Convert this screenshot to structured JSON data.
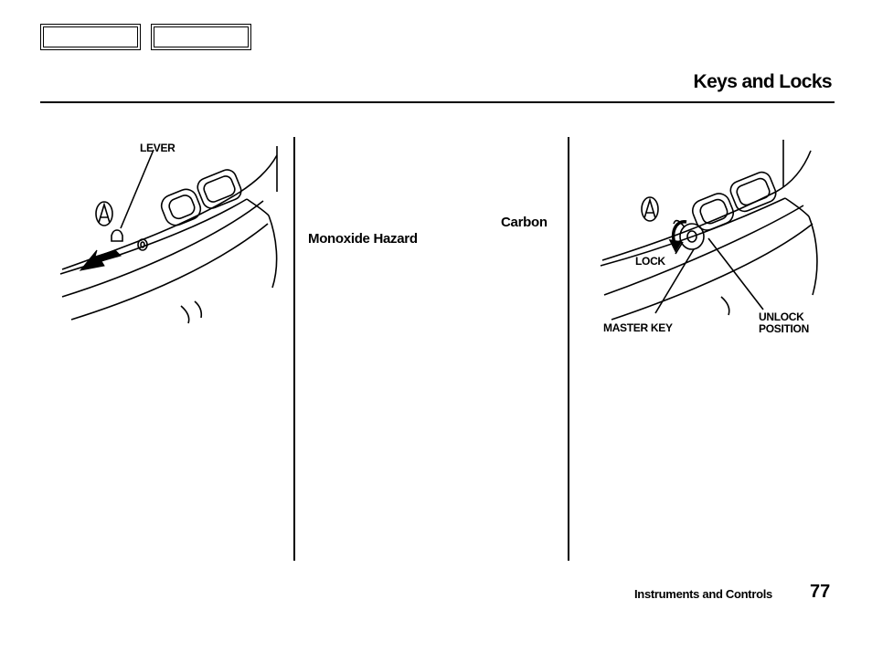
{
  "navigation": {
    "prev_label": "",
    "next_label": ""
  },
  "page_title": "Keys and Locks",
  "left_figure": {
    "callouts": {
      "lever": "LEVER"
    }
  },
  "middle_column": {
    "heading_part1": "Carbon",
    "heading_part2": "Monoxide Hazard"
  },
  "right_figure": {
    "callouts": {
      "lock": "LOCK",
      "unlock_line1": "UNLOCK",
      "unlock_line2": "POSITION",
      "master_key": "MASTER KEY"
    }
  },
  "footer": {
    "section": "Instruments and Controls",
    "page_number": "77"
  }
}
